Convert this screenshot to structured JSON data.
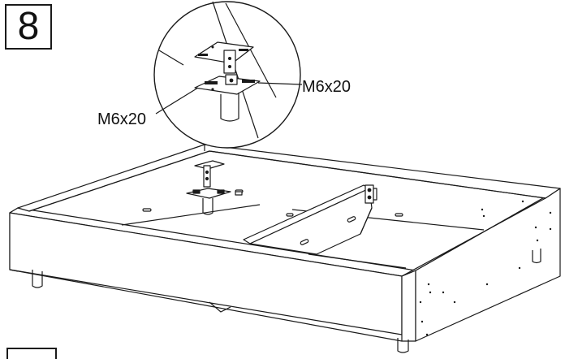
{
  "step": {
    "number": "8"
  },
  "callouts": {
    "right_label": "M6x20",
    "left_label": "M6x20"
  },
  "colors": {
    "line": "#1a1a1a",
    "background": "#ffffff"
  }
}
